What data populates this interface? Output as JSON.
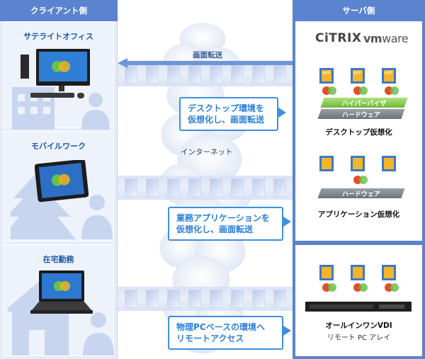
{
  "header": {
    "client_title": "クライアント側",
    "server_title": "サーバ側"
  },
  "client": {
    "panels": [
      {
        "label": "サテライトオフィス",
        "device": "desktop-pc"
      },
      {
        "label": "モバイルワーク",
        "device": "tablet"
      },
      {
        "label": "在宅勤務",
        "device": "laptop"
      }
    ]
  },
  "network": {
    "transfer_label": "画面転送",
    "internet_label": "インターネット"
  },
  "callouts": [
    {
      "line1": "デスクトップ環境を",
      "line2": "仮想化し、画面転送"
    },
    {
      "line1": "業務アプリケーションを",
      "line2": "仮想化し、画面転送"
    },
    {
      "line1": "物理PCベースの環境へ",
      "line2": "リモートアクセス"
    }
  ],
  "server": {
    "logos": {
      "citrix": "CiTRIX",
      "vmware_vm": "vm",
      "vmware_ware": "ware"
    },
    "app_label": "APP",
    "desktop": {
      "hypervisor": "ハイパーバイザ",
      "hardware": "ハードウェア",
      "caption": "デスクトップ仮想化"
    },
    "application": {
      "hardware": "ハードウェア",
      "caption": "アプリケーション仮想化"
    },
    "vdi": {
      "caption": "オールインワンVDI",
      "subcaption": "リモート PC アレイ"
    }
  },
  "colors": {
    "header_blue": "#5b83cf",
    "callout_blue": "#3d8fe0",
    "panel_bg": "#e6ecf8",
    "hypervisor_green": "#7fc247",
    "hardware_gray": "#7d838b"
  }
}
